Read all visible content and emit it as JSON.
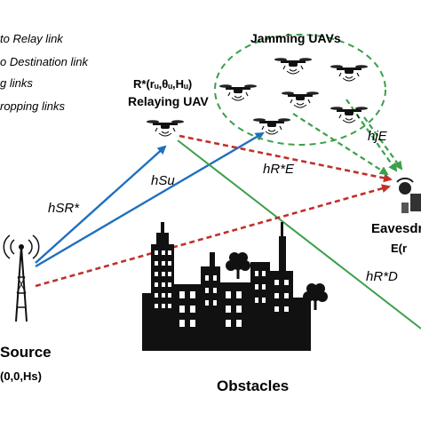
{
  "legend": {
    "items": [
      {
        "text": "to Relay link",
        "color": "#1f6fbf",
        "style": "solid"
      },
      {
        "text": "o Destination link",
        "color": "#3aa04a",
        "style": "solid"
      },
      {
        "text": "g links",
        "color": "#3aa04a",
        "style": "dashed"
      },
      {
        "text": "ropping links",
        "color": "#c0302a",
        "style": "dashed"
      }
    ]
  },
  "jamming": {
    "title": "Jamming UAVs"
  },
  "relay": {
    "coord": "R*(rᵤ,θᵤ,Hᵤ)",
    "label": "Relaying UAV"
  },
  "channels": {
    "h_SR": "hSR*",
    "h_Su": "hSu",
    "h_RE": "hR*E",
    "h_jE": "hjE",
    "h_RD": "hR*D"
  },
  "eavesdropper": {
    "label": "Eavesdr",
    "coord": "E(r"
  },
  "source": {
    "label": "Source",
    "coord": "(0,0,Hs)"
  },
  "obstacles": {
    "label": "Obstacles"
  },
  "colors": {
    "blue": "#1f6fbf",
    "green": "#3aa04a",
    "red": "#c0302a",
    "green_dash": "#3aa04a"
  }
}
